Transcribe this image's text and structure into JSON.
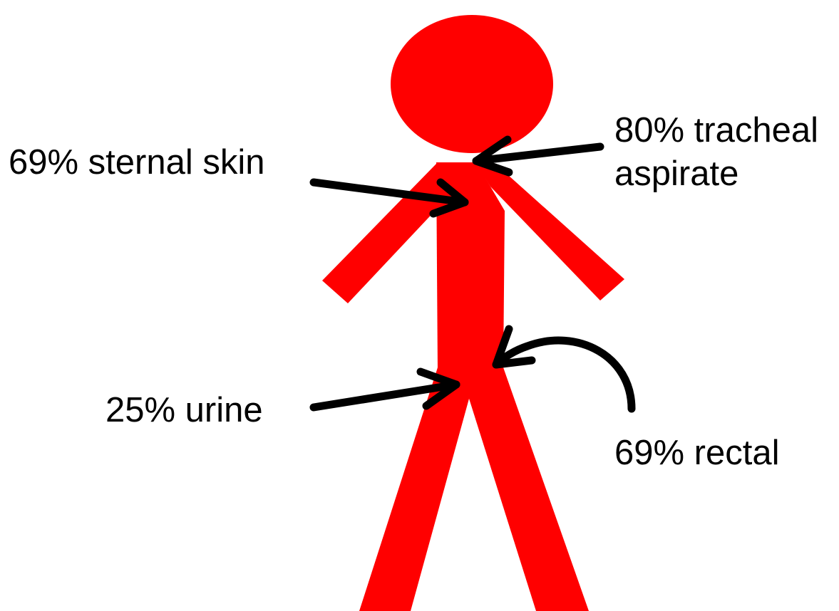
{
  "colors": {
    "figure": "#ff0000",
    "arrow": "#000000",
    "background": "#ffffff"
  },
  "labels": {
    "sternal_skin": "69% sternal skin",
    "tracheal_line1": "80% tracheal",
    "tracheal_line2": "aspirate",
    "urine": "25% urine",
    "rectal": "69% rectal"
  }
}
